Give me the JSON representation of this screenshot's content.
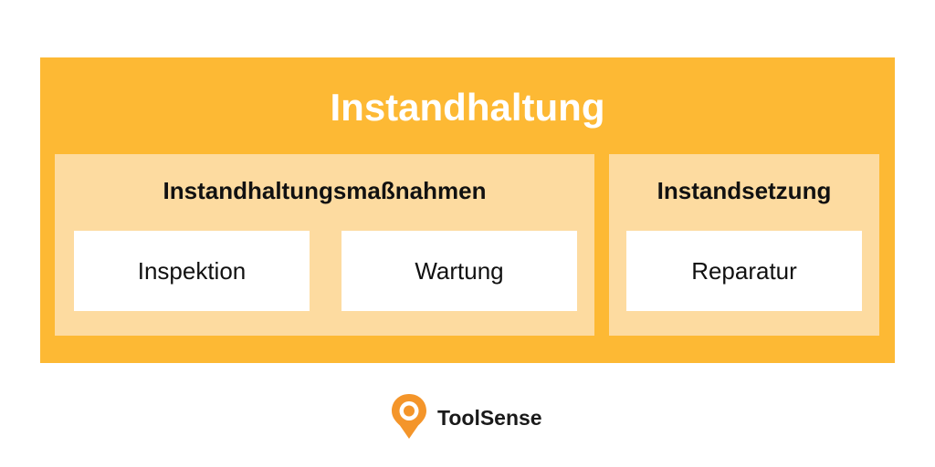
{
  "diagram": {
    "title": "Instandhaltung",
    "groups": [
      {
        "title": "Instandhaltungsmaßnahmen",
        "items": [
          "Inspektion",
          "Wartung"
        ]
      },
      {
        "title": "Instandsetzung",
        "items": [
          "Reparatur"
        ]
      }
    ]
  },
  "brand": {
    "name": "ToolSense",
    "icon": "map-pin-logo-icon"
  },
  "colors": {
    "outer_box": "#FDB934",
    "group_box": "#FDDBA0",
    "card": "#FFFFFF",
    "logo_orange": "#F4952A"
  }
}
